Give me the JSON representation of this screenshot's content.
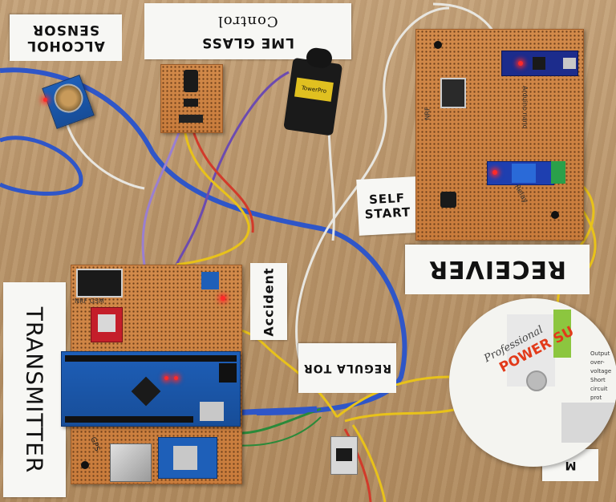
{
  "labels": {
    "alcohol_sensor": "ALCOHOL SENSOR",
    "control": "Control",
    "lme_glass": "LME GLASS",
    "self_start": "SELF START",
    "receiver": "RECEIVER",
    "transmitter": "TRANSMITTER",
    "accident": "Accident",
    "regulator": "REGULA TOR",
    "gps": "GPS",
    "gsm": "GSM",
    "nrf": "NRF",
    "arduino_nano": "Arduino nano",
    "relay": "Relay",
    "power_supply_brand": "Professional",
    "power_supply_title": "POWER SU",
    "power_supply_lines": [
      "Output over-voltage",
      "Short circuit prot"
    ],
    "servo_brand": "TowerPro",
    "corner_text": "M"
  },
  "colors": {
    "wood": "#b8946a",
    "pcb": "#c97c3c",
    "arduino_blue": "#1e5fb8",
    "wire_blue": "#2f56c8",
    "wire_yellow": "#e8c21a",
    "wire_red": "#d23a2a",
    "wire_white": "#e8e6e0",
    "led_red": "#ff2a2a"
  }
}
